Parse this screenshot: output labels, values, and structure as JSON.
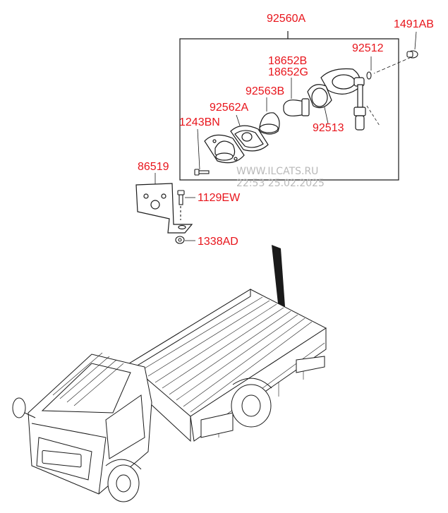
{
  "diagram": {
    "labels": {
      "assembly": "92560A",
      "screw_right": "1491AB",
      "socket_seal": "92512",
      "bulb_a": "18652B",
      "bulb_b": "18652G",
      "lens": "92563B",
      "housing_gasket": "92562A",
      "screw_left": "1243BN",
      "socket": "92513",
      "bracket": "86519",
      "bolt": "1129EW",
      "nut": "1338AD"
    },
    "watermark": {
      "site": "WWW.ILCATS.RU",
      "timestamp": "22:53 25.02.2025"
    },
    "colors": {
      "label": "#e8141b",
      "line": "#1a1a1a",
      "watermark": "#b9b9b9"
    }
  }
}
